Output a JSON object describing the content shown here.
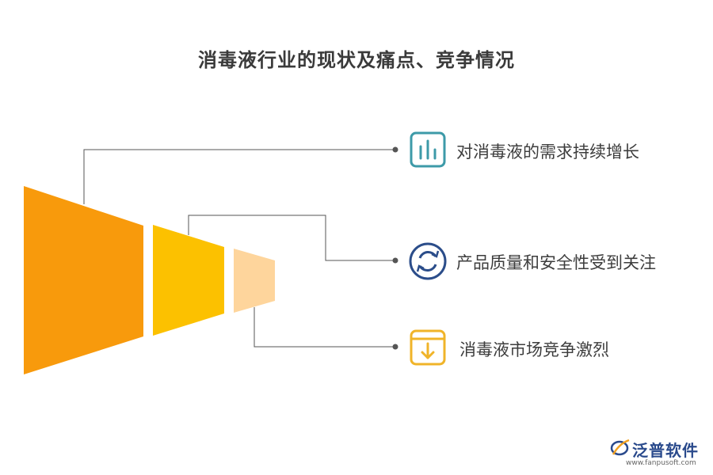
{
  "title": "消毒液行业的现状及痛点、竞争情况",
  "colors": {
    "stage1": "#f89a0c",
    "stage2": "#fcc100",
    "stage3": "#fed59c",
    "connector": "#555555",
    "icon_teal": "#3d9aa8",
    "icon_navy": "#2b4d8a",
    "icon_gold": "#f0b429"
  },
  "items": [
    {
      "label": "对消毒液的需求持续增长",
      "icon": "bar-chart-icon"
    },
    {
      "label": "产品质量和安全性受到关注",
      "icon": "refresh-cycle-icon"
    },
    {
      "label": "消毒液市场竞争激烈",
      "icon": "download-box-icon"
    }
  ],
  "logo": {
    "name": "泛普软件",
    "url": "www.fanpusoft.com"
  }
}
